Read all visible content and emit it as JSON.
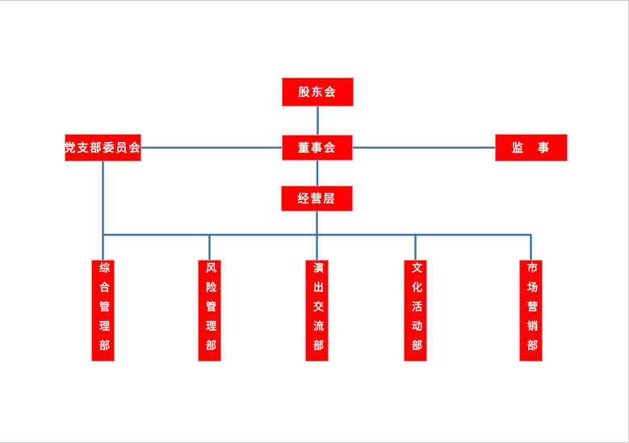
{
  "page": {
    "background": "#ffffff",
    "border_color": "#cccccc"
  },
  "diagram": {
    "type": "org-chart",
    "colors": {
      "box_fill": "#ff0000",
      "box_border": "#ff8a8a",
      "connector": "#44719f",
      "label_text": "#ffffff"
    },
    "nodes": {
      "shareholders": {
        "label": "股东会",
        "orientation": "horizontal"
      },
      "party_branch": {
        "label": "党支部委员会",
        "orientation": "horizontal"
      },
      "board": {
        "label": "董事会",
        "orientation": "horizontal"
      },
      "supervisors": {
        "label": "监　事",
        "orientation": "horizontal"
      },
      "management": {
        "label": "经营层",
        "orientation": "horizontal"
      },
      "dept_general_admin": {
        "label": "综合管理部",
        "orientation": "vertical"
      },
      "dept_risk": {
        "label": "风险管理部",
        "orientation": "vertical"
      },
      "dept_performance_exchange": {
        "label": "演出交流部",
        "orientation": "vertical"
      },
      "dept_cultural_activities": {
        "label": "文化活动部",
        "orientation": "vertical"
      },
      "dept_marketing": {
        "label": "市场营销部",
        "orientation": "vertical"
      }
    },
    "edges": [
      {
        "from": "shareholders",
        "to": "board"
      },
      {
        "from": "party_branch",
        "to": "board"
      },
      {
        "from": "board",
        "to": "supervisors"
      },
      {
        "from": "board",
        "to": "management"
      },
      {
        "from": "party_branch",
        "to": "dept_general_admin"
      },
      {
        "from": "management",
        "to": "dept_general_admin"
      },
      {
        "from": "management",
        "to": "dept_risk"
      },
      {
        "from": "management",
        "to": "dept_performance_exchange"
      },
      {
        "from": "management",
        "to": "dept_cultural_activities"
      },
      {
        "from": "management",
        "to": "dept_marketing"
      }
    ]
  }
}
